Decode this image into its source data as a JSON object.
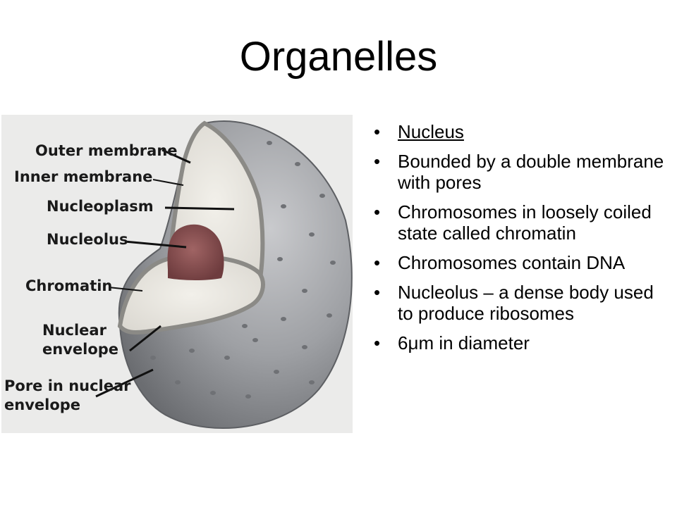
{
  "slide": {
    "title": "Organelles"
  },
  "diagram": {
    "labels": [
      "Outer membrane",
      "Inner membrane",
      "Nucleoplasm",
      "Nucleolus",
      "Chromatin",
      "Nuclear",
      "envelope",
      "Pore in nuclear",
      "envelope"
    ]
  },
  "bullets": [
    "Nucleus",
    "Bounded by a double membrane with pores",
    "Chromosomes in loosely coiled state called chromatin",
    "Chromosomes contain DNA",
    "Nucleolus – a dense body used to produce ribosomes",
    "6μm in diameter"
  ],
  "bullet_glyph": "•"
}
